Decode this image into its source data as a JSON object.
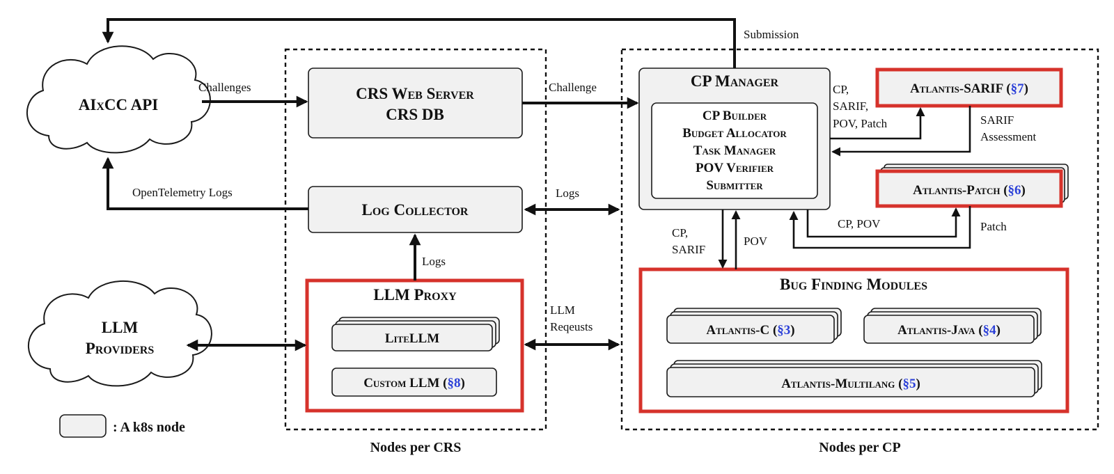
{
  "clouds": {
    "aixcc": "AIxCC API",
    "llm_providers_line1": "LLM",
    "llm_providers_line2": "Providers"
  },
  "crs": {
    "web_server_line1": "CRS Web Server",
    "web_server_line2": "CRS DB",
    "log_collector": "Log Collector",
    "llm_proxy": "LLM Proxy",
    "litellm": "LiteLLM",
    "custom_llm": "Custom LLM (",
    "custom_llm_ref": "§8",
    "custom_llm_close": ")",
    "group_label": "Nodes per CRS"
  },
  "cp": {
    "manager_title": "CP Manager",
    "manager_items": [
      "CP Builder",
      "Budget Allocator",
      "Task Manager",
      "POV Verifier",
      "Submitter"
    ],
    "sarif": "Atlantis-SARIF (",
    "sarif_ref": "§7",
    "sarif_close": ")",
    "patch": "Atlantis-Patch (",
    "patch_ref": "§6",
    "patch_close": ")",
    "bfm_title": "Bug Finding Modules",
    "atlantis_c": "Atlantis-C (",
    "atlantis_c_ref": "§3",
    "atlantis_c_close": ")",
    "atlantis_java": "Atlantis-Java (",
    "atlantis_java_ref": "§4",
    "atlantis_java_close": ")",
    "atlantis_multi": "Atlantis-Multilang (",
    "atlantis_multi_ref": "§5",
    "atlantis_multi_close": ")",
    "group_label": "Nodes per CP"
  },
  "edges": {
    "submission": "Submission",
    "challenges": "Challenges",
    "challenge": "Challenge",
    "otel_logs": "OpenTelemetry Logs",
    "logs_mid": "Logs",
    "logs_up": "Logs",
    "llm_requests_line1": "LLM",
    "llm_requests_line2": "Reqeusts",
    "to_sarif_line1": "CP,",
    "to_sarif_line2": "SARIF,",
    "to_sarif_line3": "POV, Patch",
    "sarif_assess_line1": "SARIF",
    "sarif_assess_line2": "Assessment",
    "cp_pov": "CP, POV",
    "patch": "Patch",
    "down_line1": "CP,",
    "down_line2": "SARIF",
    "pov": "POV"
  },
  "legend": {
    "label": ": A k8s node"
  }
}
